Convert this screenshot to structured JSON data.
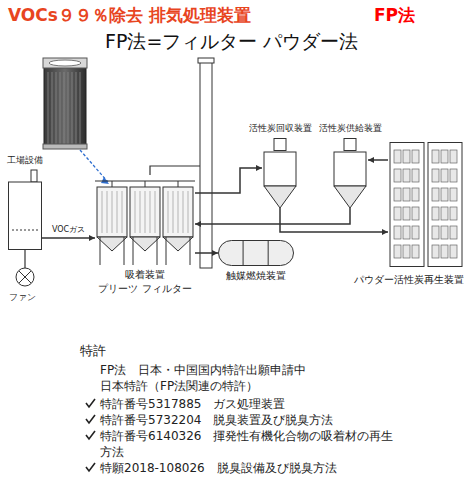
{
  "diagram": {
    "title": "VOCs９９％除去 排気処理装置",
    "nodes": [
      {
        "text": [
          "工場設備"
        ]
      },
      {
        "text": [
          "吸着装置",
          "プリーツ フィルター"
        ]
      },
      {
        "text": [
          "触媒燃焼装置"
        ]
      },
      {
        "text": [
          "活性炭回収装置"
        ]
      },
      {
        "text": [
          "活性炭供給装置"
        ]
      },
      {
        "text": [
          "パウダー活性炭再生装置"
        ]
      }
    ],
    "edges": [
      {
        "from": 0,
        "to": 1,
        "arrow": "to",
        "label": "VOCガス"
      },
      {
        "from": 1,
        "to": 3,
        "arrow": "to"
      },
      {
        "from": 1,
        "to": 2,
        "arrow": "to"
      },
      {
        "from": 3,
        "to": 5,
        "arrow": "to"
      },
      {
        "from": 5,
        "to": 4,
        "arrow": "to"
      },
      {
        "from": 4,
        "to": 1,
        "arrow": "to"
      }
    ],
    "labels": [
      "FP法",
      "FP法=フィルター パウダー法",
      "ファン",
      "特許",
      "FP法　日本・中国国内特許出願申請中",
      "日本特許（FP法関連の特許）",
      "特許番号5317885　ガス処理装置",
      "特許番号5732204　脱臭装置及び脱臭方法",
      "特許番号6140326　揮発性有機化合物の吸着材の再生方法",
      "特願2018-108026　脱臭設備及び脱臭方法"
    ]
  }
}
